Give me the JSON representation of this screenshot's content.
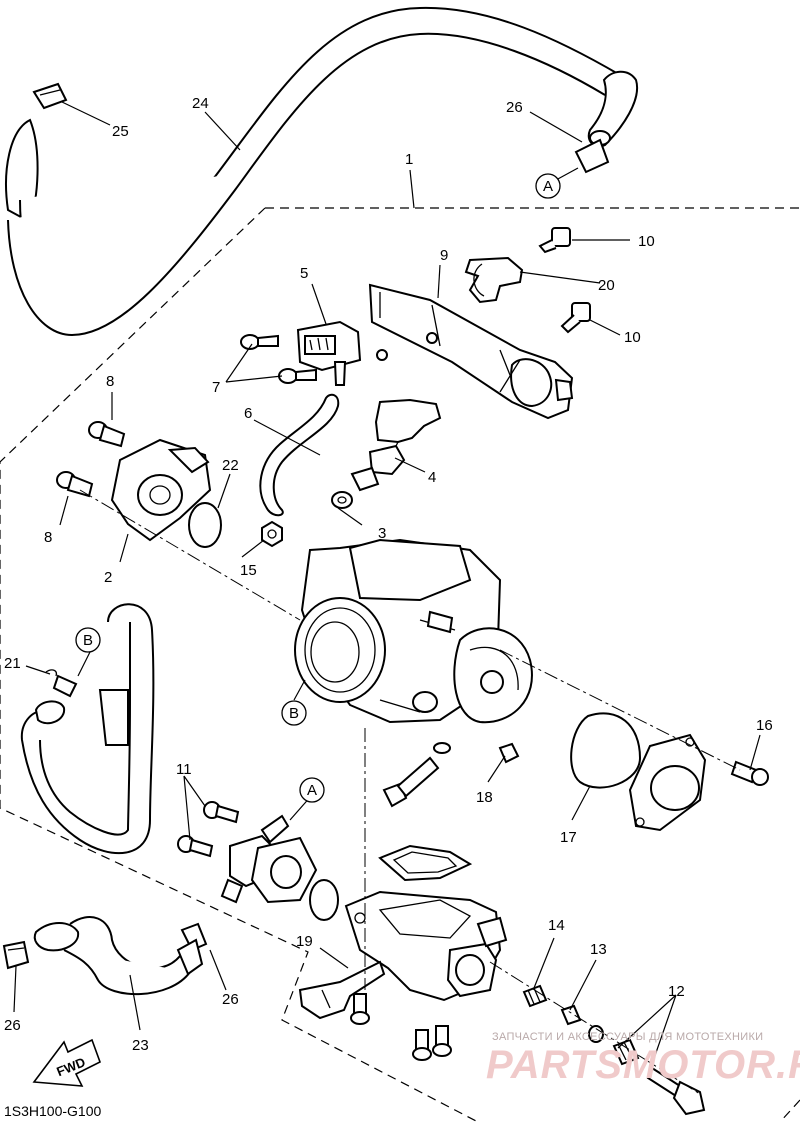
{
  "callouts": {
    "c1": "1",
    "c2": "2",
    "c3": "3",
    "c4": "4",
    "c5": "5",
    "c6": "6",
    "c7": "7",
    "c8a": "8",
    "c8b": "8",
    "c9": "9",
    "c10a": "10",
    "c10b": "10",
    "c11": "11",
    "c12": "12",
    "c13": "13",
    "c14": "14",
    "c15": "15",
    "c16": "16",
    "c17": "17",
    "c18": "18",
    "c19": "19",
    "c20": "20",
    "c21": "21",
    "c22": "22",
    "c23": "23",
    "c24": "24",
    "c25": "25",
    "c26a": "26",
    "c26b": "26",
    "c26c": "26"
  },
  "connectors": {
    "A_top": "A",
    "A_mid": "A",
    "B_left": "B",
    "B_body": "B"
  },
  "diagram_code": "1S3H100-G100",
  "fwd_label": "FWD",
  "watermark": {
    "caption": "ЗАПЧАСТИ И АКСЕССУАРЫ ДЛЯ МОТОТЕХНИКИ",
    "brand": "PARTSMOTOR.RU"
  }
}
